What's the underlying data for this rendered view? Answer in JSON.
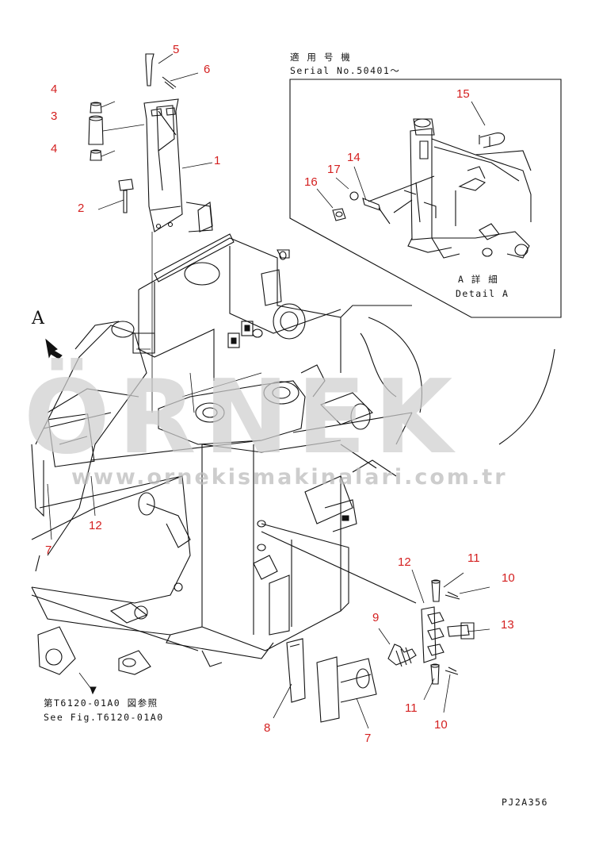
{
  "inset": {
    "applicable_jp": "適 用 号 機",
    "serial": "Serial No.50401～",
    "detail_jp": "A 詳 細",
    "detail_en": "Detail A"
  },
  "reference": {
    "jp": "第T6120-01A0 図参照",
    "en": "See Fig.T6120-01A0"
  },
  "view_label": "A",
  "drawing_code": "PJ2A356",
  "watermark": {
    "brand": "ÖRNEK",
    "url": "www.ornekismakinalari.com.tr"
  },
  "callouts": [
    "5",
    "6",
    "4",
    "3",
    "4",
    "1",
    "2",
    "15",
    "14",
    "17",
    "16",
    "12",
    "7",
    "12",
    "11",
    "10",
    "9",
    "13",
    "11",
    "10",
    "8",
    "7"
  ],
  "colors": {
    "callout": "#d42020",
    "ink": "#111111",
    "watermark": "#cfcfcf"
  }
}
